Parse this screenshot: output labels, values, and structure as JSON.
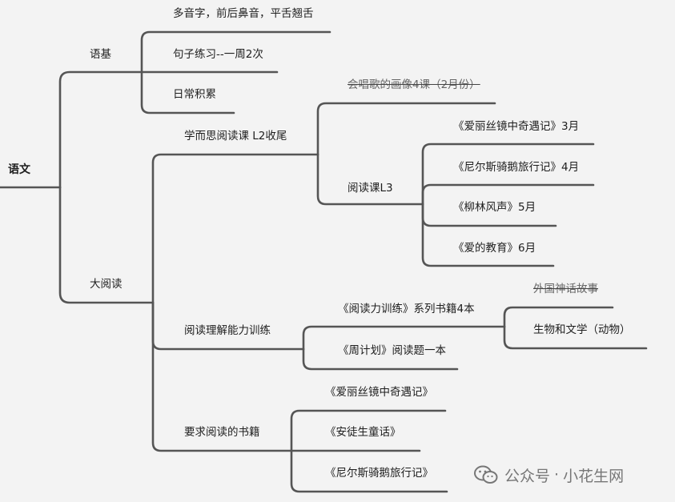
{
  "mindmap": {
    "root": "语文",
    "nodes": {
      "yuji": "语基",
      "yuji_1": "多音字，前后鼻音，平舌翘舌",
      "yuji_2": "句子练习--一周2次",
      "yuji_3": "日常积累",
      "dayuedu": "大阅读",
      "xueersi": "学而思阅读课 L2收尾",
      "huichangge": "会唱歌的画像4课（2月份）",
      "yueduke_l3": "阅读课L3",
      "l3_1": "《爱丽丝镜中奇遇记》3月",
      "l3_2": "《尼尔斯骑鹅旅行记》4月",
      "l3_3": "《柳林风声》5月",
      "l3_4": "《爱的教育》6月",
      "lijie": "阅读理解能力训练",
      "lijie_book": "《阅读力训练》系列书籍4本",
      "lijie_book_1": "外国神话故事",
      "lijie_book_2": "生物和文学（动物）",
      "zhoujihua": "《周计划》阅读题一本",
      "yaoqiu": "要求阅读的书籍",
      "yaoqiu_1": "《爱丽丝镜中奇遇记》",
      "yaoqiu_2": "《安徒生童话》",
      "yaoqiu_3": "《尼尔斯骑鹅旅行记》"
    }
  },
  "watermark": {
    "channel": "公众号",
    "separator": "·",
    "name": "小花生网"
  },
  "colors": {
    "background": "#f3f3f3",
    "line": "#555555",
    "text": "#1e1e1e",
    "strikethrough_text": "#666666",
    "watermark": "#777777"
  }
}
